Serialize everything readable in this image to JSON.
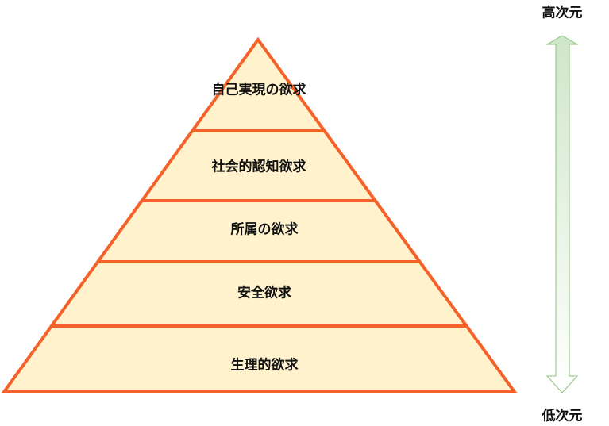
{
  "pyramid": {
    "levels": [
      {
        "label": "自己実現の欲求"
      },
      {
        "label": "社会的認知欲求"
      },
      {
        "label": "所属の欲求"
      },
      {
        "label": "安全欲求"
      },
      {
        "label": "生理的欲求"
      }
    ],
    "fill_color": "#FFF2CC",
    "stroke_color": "#F4622A"
  },
  "axis": {
    "top_label": "高次元",
    "bottom_label": "低次元",
    "arrow_color": "#8CC27A"
  }
}
